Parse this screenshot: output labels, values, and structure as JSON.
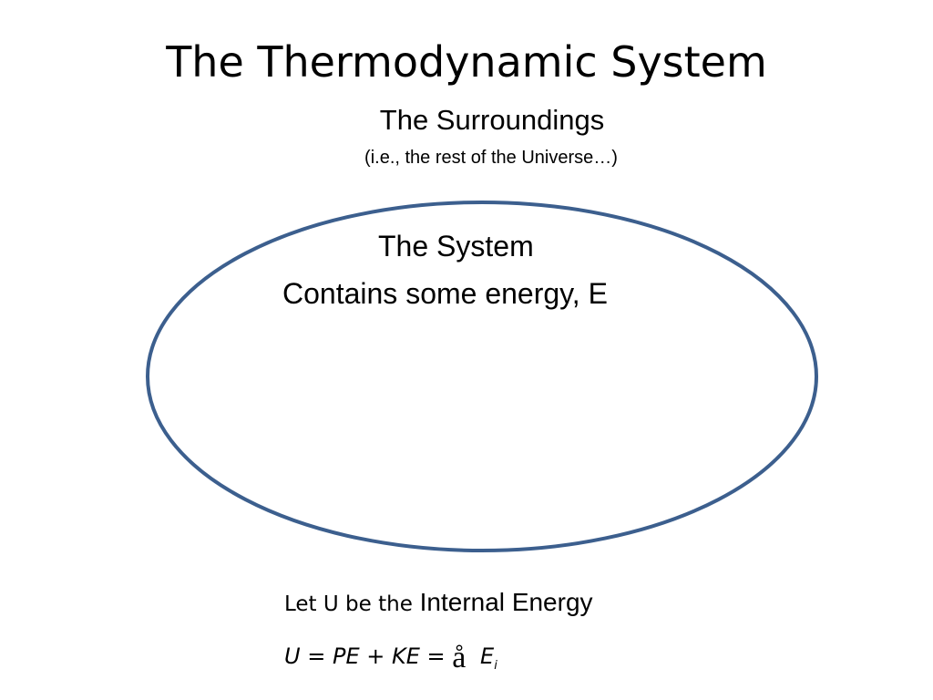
{
  "slide": {
    "title": "The Thermodynamic System",
    "surroundings": {
      "label": "The Surroundings",
      "note": "(i.e., the rest of the Universe…)"
    },
    "system": {
      "label": "The System",
      "description": "Contains some energy, E",
      "outline_color": "#3c5f8e"
    },
    "internal_energy": {
      "prefix": "Let U be the",
      "word_internal": "Internal",
      "word_energy": "Energy"
    },
    "equation": {
      "lhs": "U",
      "eq1": "=",
      "pe": "PE",
      "plus": "+",
      "ke": "KE",
      "eq2": "=",
      "sum_symbol": "å",
      "term": "E",
      "subscript": "i"
    }
  }
}
